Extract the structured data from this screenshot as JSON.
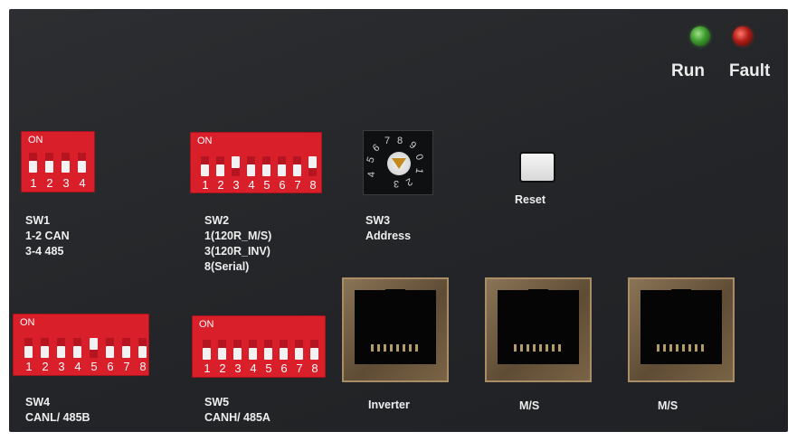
{
  "leds": {
    "run_label": "Run",
    "fault_label": "Fault"
  },
  "dip_on_label": "ON",
  "switches": {
    "sw1": {
      "name": "SW1",
      "line1": "1-2 CAN",
      "line2": "3-4 485",
      "numbers": [
        "1",
        "2",
        "3",
        "4"
      ]
    },
    "sw2": {
      "name": "SW2",
      "line1": "1(120R_M/S)",
      "line2": "3(120R_INV)",
      "line3": "8(Serial)",
      "numbers": [
        "1",
        "2",
        "3",
        "4",
        "5",
        "6",
        "7",
        "8"
      ]
    },
    "sw3": {
      "name": "SW3",
      "line1": "Address",
      "dial_numbers": [
        "4",
        "5",
        "6",
        "7",
        "8",
        "9",
        "0",
        "1",
        "2",
        "3"
      ]
    },
    "sw4": {
      "name": "SW4",
      "line1": "CANL/ 485B",
      "numbers": [
        "1",
        "2",
        "3",
        "4",
        "5",
        "6",
        "7",
        "8"
      ]
    },
    "sw5": {
      "name": "SW5",
      "line1": "CANH/ 485A",
      "numbers": [
        "1",
        "2",
        "3",
        "4",
        "5",
        "6",
        "7",
        "8"
      ]
    }
  },
  "reset": {
    "label": "Reset"
  },
  "ports": [
    {
      "label": "Inverter"
    },
    {
      "label": "M/S"
    },
    {
      "label": "M/S"
    }
  ]
}
